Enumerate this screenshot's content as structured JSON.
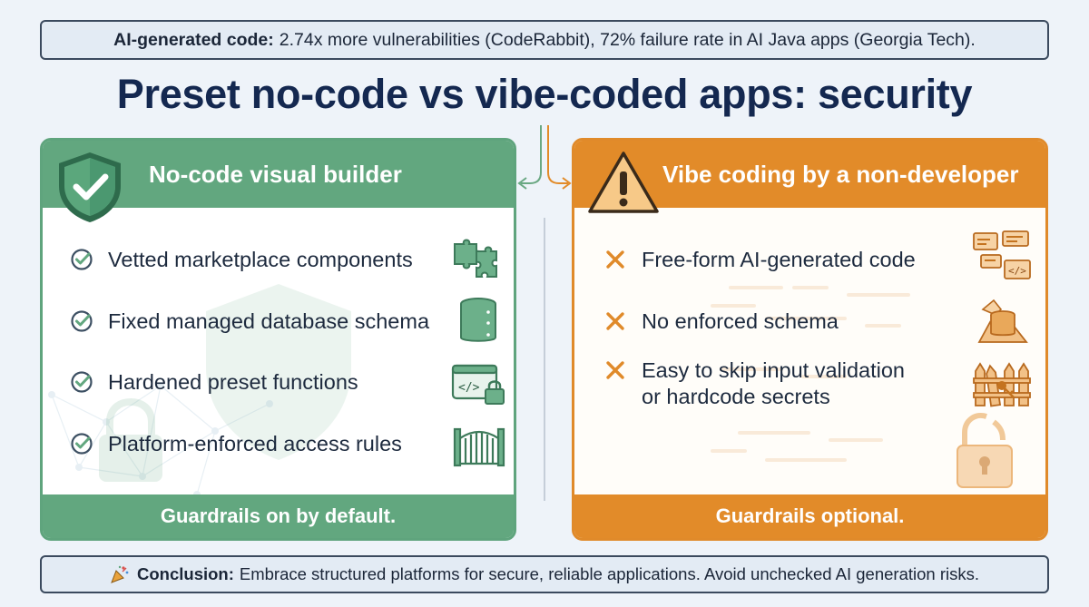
{
  "banner": {
    "label": "AI-generated code:",
    "text": "2.74x more vulnerabilities (CodeRabbit), 72% failure rate in AI Java apps (Georgia Tech)."
  },
  "title": "Preset no-code vs vibe-coded apps: security",
  "left": {
    "title": "No-code visual builder",
    "items": [
      {
        "label": "Vetted marketplace components",
        "icon": "puzzle-icon"
      },
      {
        "label": "Fixed managed database schema",
        "icon": "database-icon"
      },
      {
        "label": "Hardened preset functions",
        "icon": "code-lock-icon"
      },
      {
        "label": "Platform-enforced access rules",
        "icon": "gate-icon"
      }
    ],
    "footer": "Guardrails on by default.",
    "color": "#62a77f"
  },
  "right": {
    "title": "Vibe coding by a non-developer",
    "items": [
      {
        "label": "Free-form AI-generated code",
        "icon": "scattered-code-icon"
      },
      {
        "label": "No enforced schema",
        "icon": "broken-database-icon"
      },
      {
        "label_line1": "Easy to skip input validation",
        "label_line2": "or hardcode secrets",
        "icon": "broken-fence-icon"
      }
    ],
    "footer": "Guardrails optional.",
    "color": "#e28b29"
  },
  "conclusion": {
    "label": "Conclusion:",
    "text": "Embrace structured platforms for secure, reliable applications. Avoid unchecked AI generation risks."
  }
}
